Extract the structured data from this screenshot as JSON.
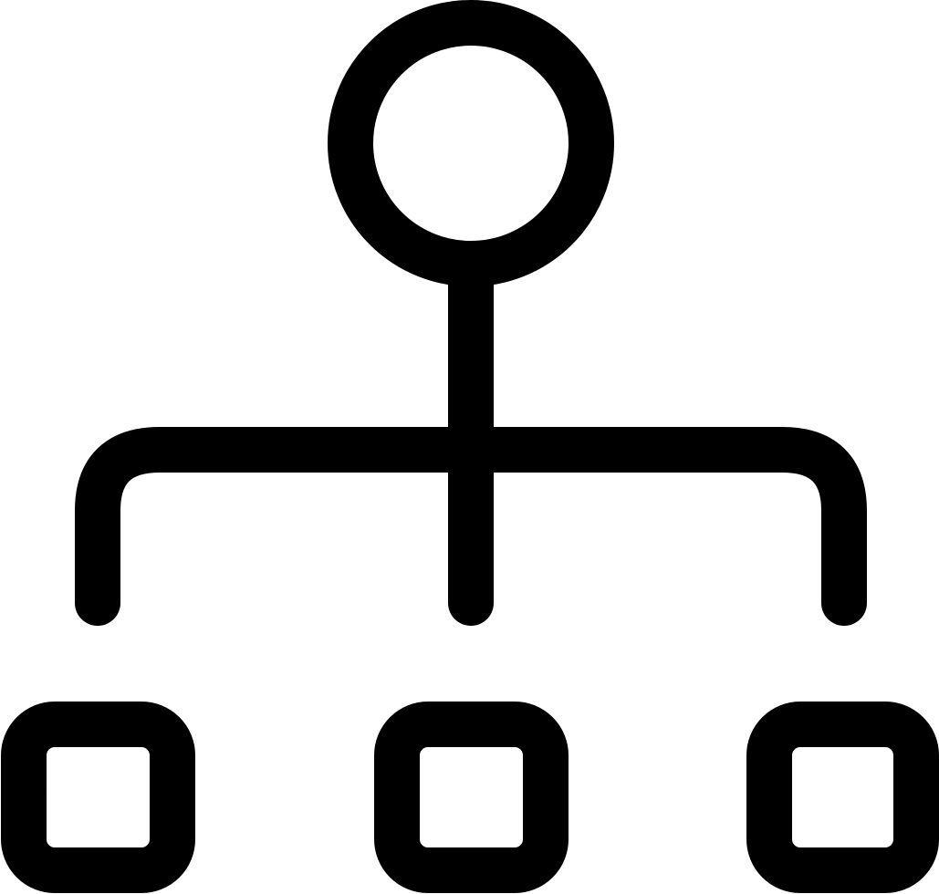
{
  "icon": {
    "name": "hierarchy-icon",
    "stroke_color": "#000000",
    "background_color": "#ffffff",
    "nodes": {
      "root": {
        "shape": "circle"
      },
      "children": [
        {
          "shape": "square"
        },
        {
          "shape": "square"
        },
        {
          "shape": "square"
        }
      ]
    }
  }
}
